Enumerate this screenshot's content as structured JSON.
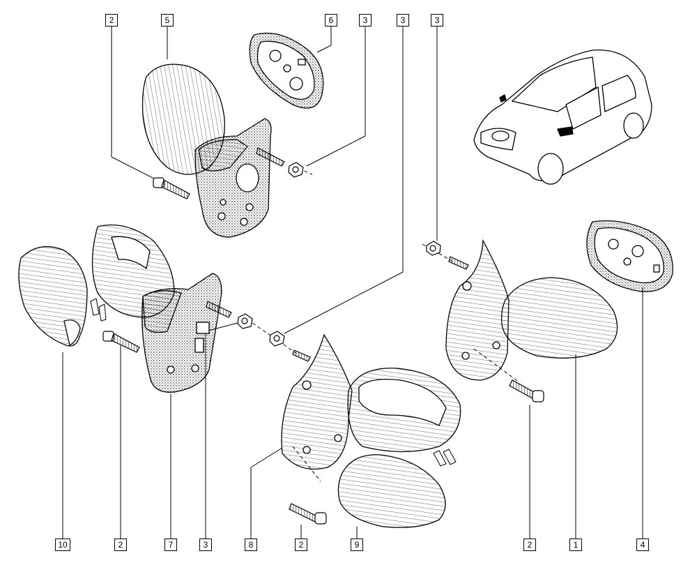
{
  "callouts": {
    "top": [
      "2",
      "5",
      "6",
      "3",
      "3",
      "3"
    ],
    "bottom": [
      "10",
      "2",
      "7",
      "3",
      "8",
      "2",
      "9",
      "2",
      "1",
      "4"
    ]
  },
  "colors": {
    "ink": "#000000",
    "paper": "#ffffff",
    "stipple": "#8a8a8a",
    "car_mirror": "#000000"
  }
}
